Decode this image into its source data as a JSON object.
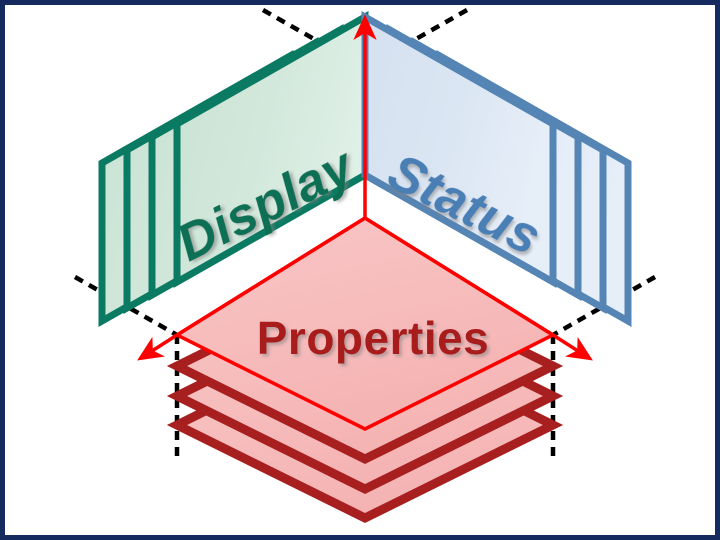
{
  "figure": {
    "title": "Three-dimensional layered axes diagram",
    "background_color": "#ffffff",
    "frame_color": "#152a5e",
    "axis_color": "#ff0000",
    "guide_color": "#000000"
  },
  "planes": {
    "left": {
      "label": "Display",
      "label_color": "#0d7055",
      "fill_color": "#cfe6d8",
      "stroke_color": "#0a7a62",
      "layers": 4,
      "orientation": "vertical-left"
    },
    "right": {
      "label": "Status",
      "label_color": "#4a7fb5",
      "fill_color": "#d9e4f1",
      "stroke_color": "#5585b5",
      "layers": 4,
      "orientation": "vertical-right"
    },
    "base": {
      "label": "Properties",
      "label_color": "#a81f1f",
      "fill_color": "#f7bcbc",
      "stroke_color": "#a81f1f",
      "layers": 4,
      "orientation": "horizontal"
    }
  },
  "axes": [
    {
      "name": "vertical-axis",
      "direction": "up",
      "color": "#ff0000"
    },
    {
      "name": "left-axis",
      "direction": "down-left",
      "color": "#ff0000"
    },
    {
      "name": "right-axis",
      "direction": "down-right",
      "color": "#ff0000"
    }
  ],
  "guides": [
    {
      "name": "guide-top-left",
      "style": "dashed",
      "color": "#000000"
    },
    {
      "name": "guide-top-right",
      "style": "dashed",
      "color": "#000000"
    },
    {
      "name": "guide-bottom-left",
      "style": "dashed",
      "color": "#000000"
    },
    {
      "name": "guide-bottom-right",
      "style": "dashed",
      "color": "#000000"
    },
    {
      "name": "guide-vertical-left",
      "style": "dashed",
      "color": "#000000"
    },
    {
      "name": "guide-vertical-right",
      "style": "dashed",
      "color": "#000000"
    }
  ]
}
